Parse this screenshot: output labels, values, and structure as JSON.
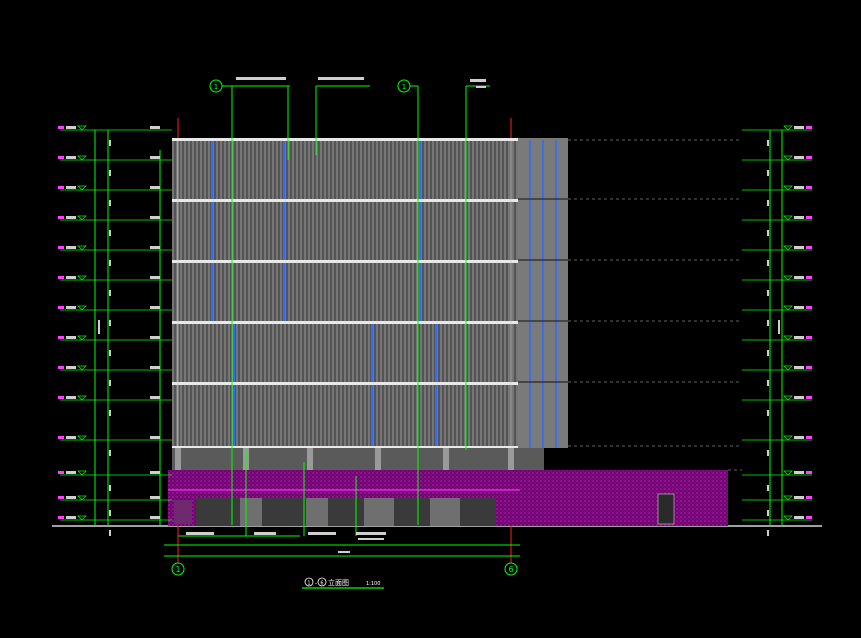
{
  "drawing": {
    "title_circle_left": "1",
    "title_circle_right": "6",
    "title_suffix": "立面图",
    "scale": "1:100",
    "grid_axis_left": "1",
    "grid_axis_right": "6",
    "top_callouts": [
      "1",
      "1"
    ],
    "colors": {
      "background": "#000000",
      "dimension": "#00ff00",
      "facade_panel": "#6f6f6f",
      "mullion": "#2f6bff",
      "grid_line": "#ff2020",
      "podium": "#c000c0",
      "text": "#ffffff"
    }
  }
}
